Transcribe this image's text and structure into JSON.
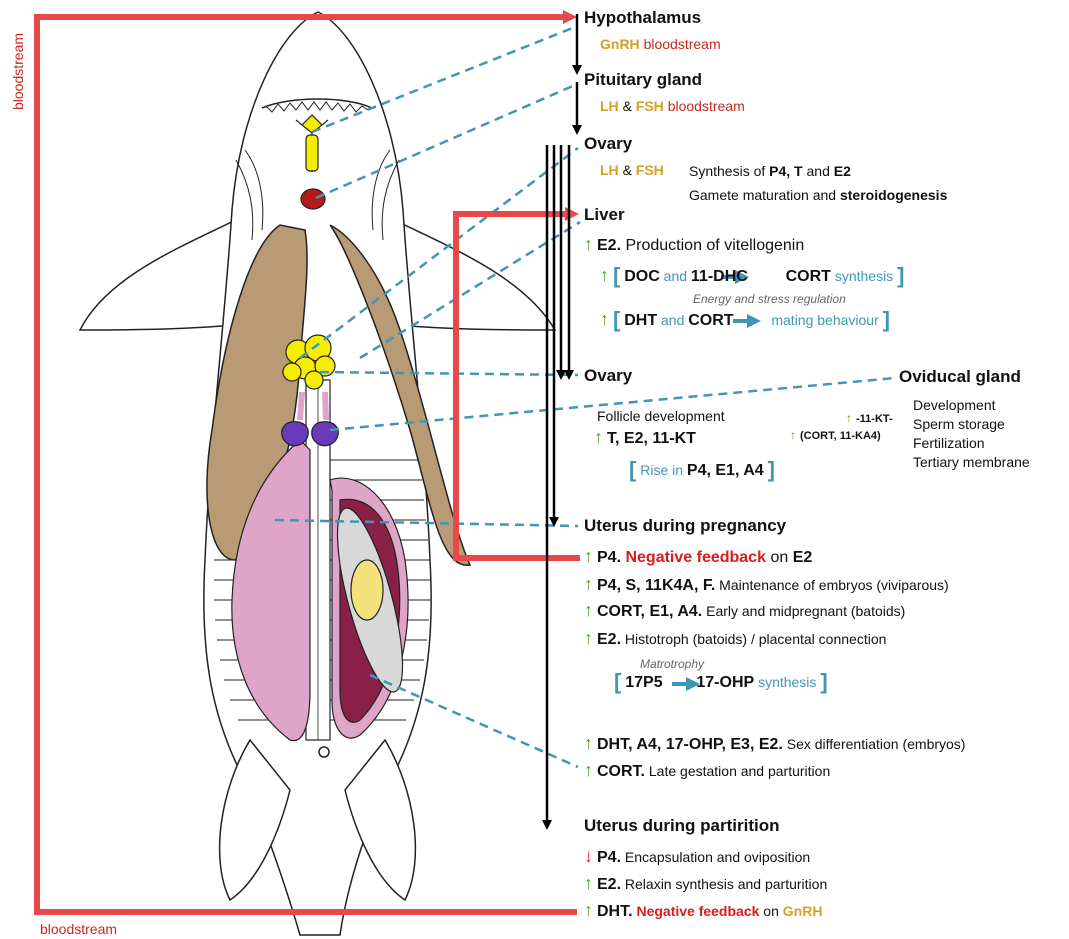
{
  "bloodstream_left": "bloodstream",
  "bloodstream_bottom": "bloodstream",
  "hypothalamus": {
    "title": "Hypothalamus",
    "hormone": "GnRH",
    "route": "bloodstream"
  },
  "pituitary": {
    "title": "Pituitary gland",
    "lh": "LH",
    "amp": "&",
    "fsh": "FSH",
    "route": "bloodstream"
  },
  "ovary1": {
    "title": "Ovary",
    "lh": "LH",
    "amp": "&",
    "fsh": "FSH",
    "line1_a": "Synthesis of ",
    "line1_b": "P4, T",
    "line1_c": " and ",
    "line1_d": "E2",
    "line2_a": "Gamete maturation and ",
    "line2_b": "steroidogenesis"
  },
  "liver": {
    "title": "Liver",
    "e2": "E2.",
    "e2_text": "Production of vitellogenin",
    "doc": "DOC",
    "and1": "and",
    "dhc": "11-DHC",
    "cort1": "CORT",
    "synthesis": "synthesis",
    "energy": "Energy and stress regulation",
    "dht": "DHT",
    "and2": "and",
    "cort2": "CORT",
    "mating": "mating behaviour"
  },
  "ovary2": {
    "title": "Ovary",
    "follicle": "Follicle development",
    "hormones": "T, E2, 11-KT",
    "rise": "Rise in",
    "rise_h": "P4, E1, A4"
  },
  "oviducal": {
    "title": "Oviducal gland",
    "kt": "-11-KT-",
    "cort": "(CORT, 11-KA4)",
    "items": [
      "Development",
      "Sperm storage",
      "Fertilization",
      "Tertiary membrane"
    ]
  },
  "pregnancy": {
    "title": "Uterus during pregnancy",
    "p4": "P4.",
    "neg": "Negative feedback",
    "on": "on",
    "e2": "E2",
    "r2h": "P4, S, 11K4A, F.",
    "r2t": "Maintenance of embryos (viviparous)",
    "r3h": "CORT, E1, A4.",
    "r3t": "Early and midpregnant (batoids)",
    "r4h": "E2.",
    "r4t": "Histotroph (batoids) / placental connection",
    "matro": "Matrotrophy",
    "p5": "17P5",
    "ohp": "17-OHP",
    "syn": "synthesis",
    "r5h": "DHT, A4, 17-OHP, E3, E2.",
    "r5t": "Sex differentiation (embryos)",
    "r6h": "CORT.",
    "r6t": "Late gestation and parturition"
  },
  "partirition": {
    "title": "Uterus during partirition",
    "r1h": "P4.",
    "r1t": "Encapsulation and oviposition",
    "r2h": "E2.",
    "r2t": "Relaxin synthesis and parturition",
    "r3h": "DHT.",
    "neg": "Negative feedback",
    "on": "on",
    "gnrh": "GnRH"
  },
  "colors": {
    "red": "#e84848",
    "blue": "#3f97b5",
    "green": "#5e9a2e",
    "gold": "#d4a020",
    "brown": "#b89a74",
    "pink": "#dea5c8",
    "purple": "#6b3ab8",
    "yellow": "#f6ee00"
  }
}
